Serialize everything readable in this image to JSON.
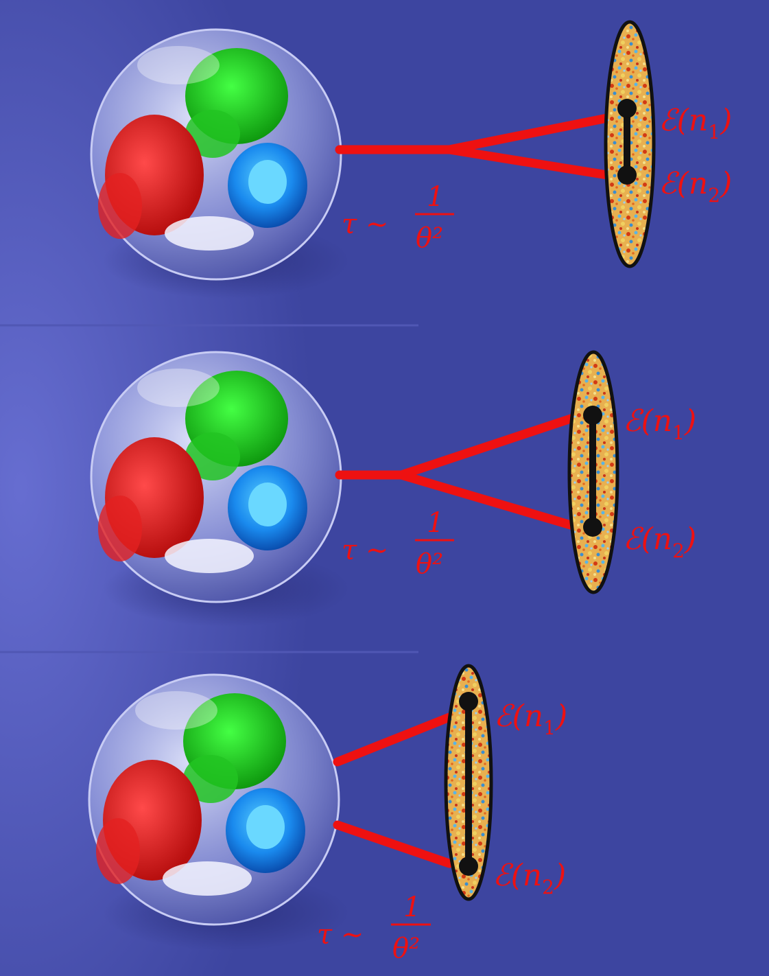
{
  "colors": {
    "background": "#3d45a0",
    "curve": "#ee1111",
    "label": "#ee1111",
    "node": "#111111"
  },
  "panels": [
    {
      "label_top": "ℰ(n",
      "label_top_sub": "1",
      "label_bottom": "ℰ(n",
      "label_bottom_sub": "2",
      "tau": "τ ∼",
      "frac_num": "1",
      "frac_den": "θ²"
    },
    {
      "label_top": "ℰ(n",
      "label_top_sub": "1",
      "label_bottom": "ℰ(n",
      "label_bottom_sub": "2",
      "tau": "τ ∼",
      "frac_num": "1",
      "frac_den": "θ²"
    },
    {
      "label_top": "ℰ(n",
      "label_top_sub": "1",
      "label_bottom": "ℰ(n",
      "label_bottom_sub": "2",
      "tau": "τ ∼",
      "frac_num": "1",
      "frac_den": "θ²"
    }
  ],
  "close_paren": ")"
}
